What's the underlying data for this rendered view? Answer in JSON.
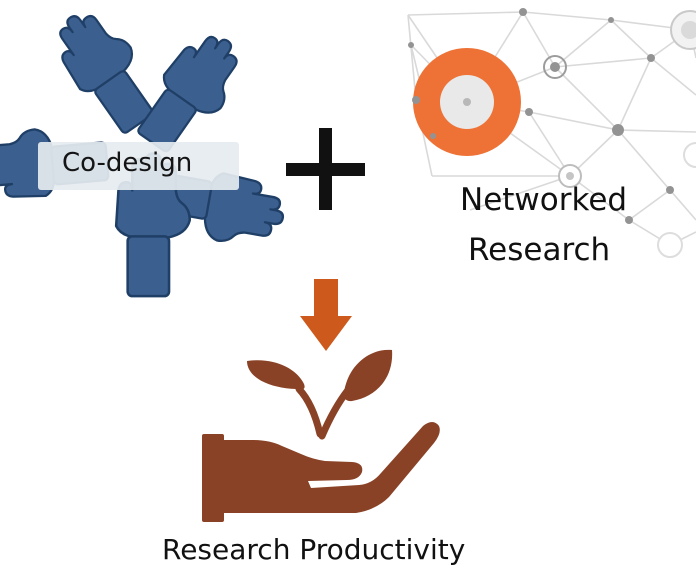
{
  "labels": {
    "codesign": "Co-design",
    "networked_line1": "Networked",
    "networked_line2": "Research",
    "result": "Research Productivity"
  },
  "colors": {
    "hands_blue": "#3B5F8F",
    "hands_overlay": "#E6EBF0",
    "network_line": "#D9D9D9",
    "network_node": "#8F8F8F",
    "target_orange": "#EE7236",
    "plus": "#111111",
    "arrow": "#CD5A1C",
    "plant_brown": "#8A4226"
  },
  "icons": {
    "codesign": "circle-of-hands-icon",
    "networked": "network-graph-icon",
    "plus": "plus-icon",
    "arrow": "down-arrow-icon",
    "result": "hand-holding-plant-icon"
  }
}
